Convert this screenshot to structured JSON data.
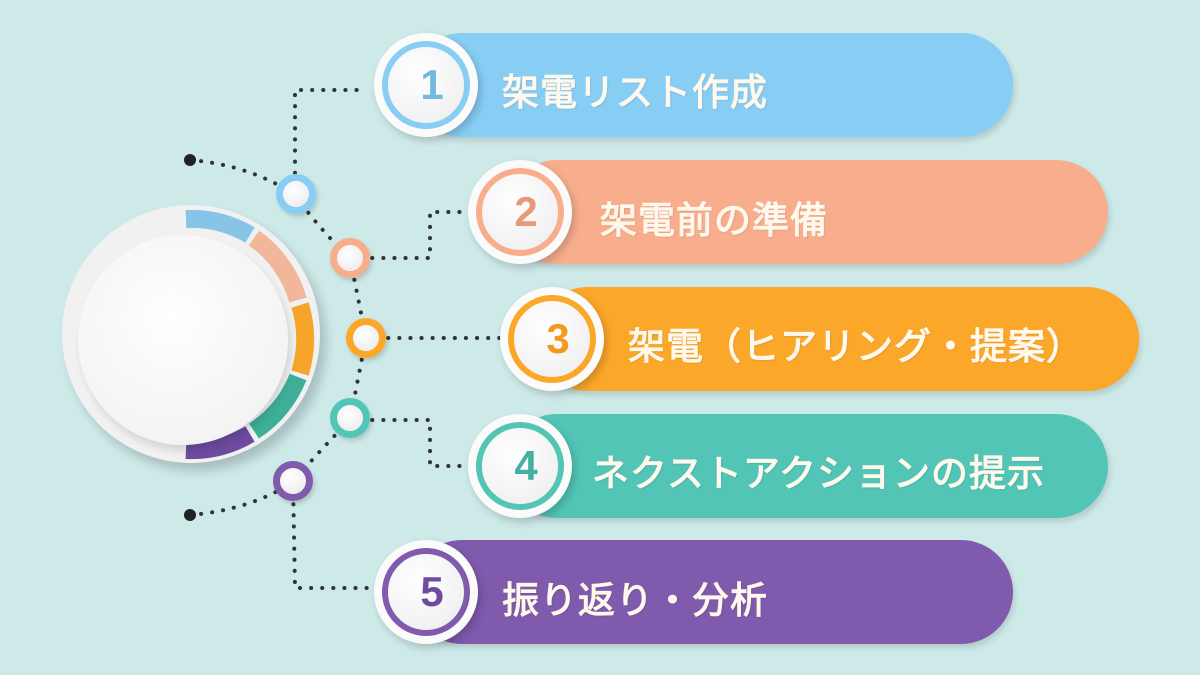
{
  "diagram": {
    "type": "process-steps-infographic",
    "background_color": "#cde9e8",
    "steps": [
      {
        "number": "1",
        "label": "架電リスト作成",
        "color": "#88cdf4"
      },
      {
        "number": "2",
        "label": "架電前の準備",
        "color": "#f8ae8d"
      },
      {
        "number": "3",
        "label": "架電（ヒアリング・提案）",
        "color": "#fba72a"
      },
      {
        "number": "4",
        "label": "ネクストアクションの提示",
        "color": "#52c5b6"
      },
      {
        "number": "5",
        "label": "振り返り・分析",
        "color": "#7f5aad"
      }
    ],
    "center_disc": {
      "segments": [
        "#88c4e8",
        "#f2b79b",
        "#f6a52a",
        "#3eae98",
        "#6e4ba2"
      ]
    }
  }
}
